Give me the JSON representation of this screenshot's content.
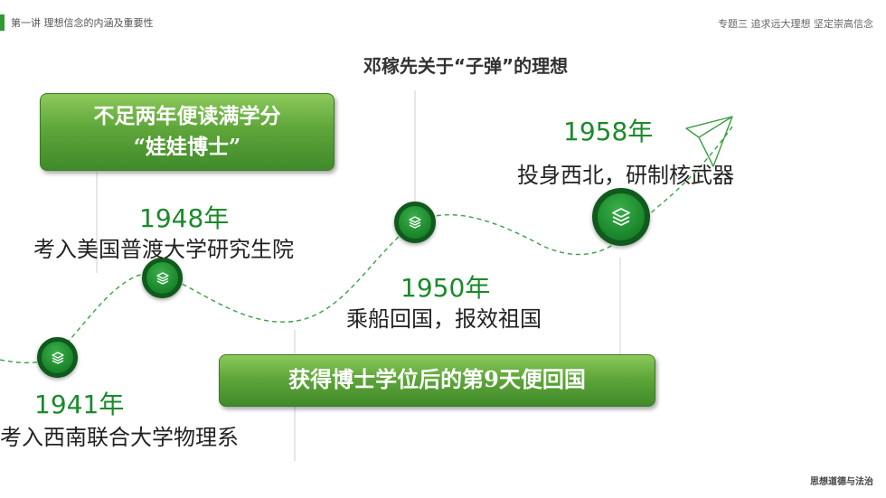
{
  "header": {
    "left_text": "第一讲 理想信念的内涵及重要性",
    "right_text": "专题三 追求远大理想  坚定崇高信念"
  },
  "title": "邓稼先关于“子弹”的理想",
  "banners": {
    "top_line1": "不足两年便读满学分",
    "top_line2": "“娃娃博士”",
    "bottom": "获得博士学位后的第9天便回国"
  },
  "events": [
    {
      "year": "1941年",
      "text": "考入西南联合大学物理系"
    },
    {
      "year": "1948年",
      "text": "考入美国普渡大学研究生院"
    },
    {
      "year": "1950年",
      "text": "乘船回国，报效祖国"
    },
    {
      "year": "1958年",
      "text": "投身西北，研制核武器"
    }
  ],
  "footer": "思想道德与法治",
  "colors": {
    "accent": "#2e9a33",
    "year_text": "#1a8a2a",
    "node_fill": "#1d8a2e",
    "banner_fill": "#5fa63a"
  },
  "icons": {
    "node": "layers-icon",
    "end": "paper-plane-icon"
  }
}
